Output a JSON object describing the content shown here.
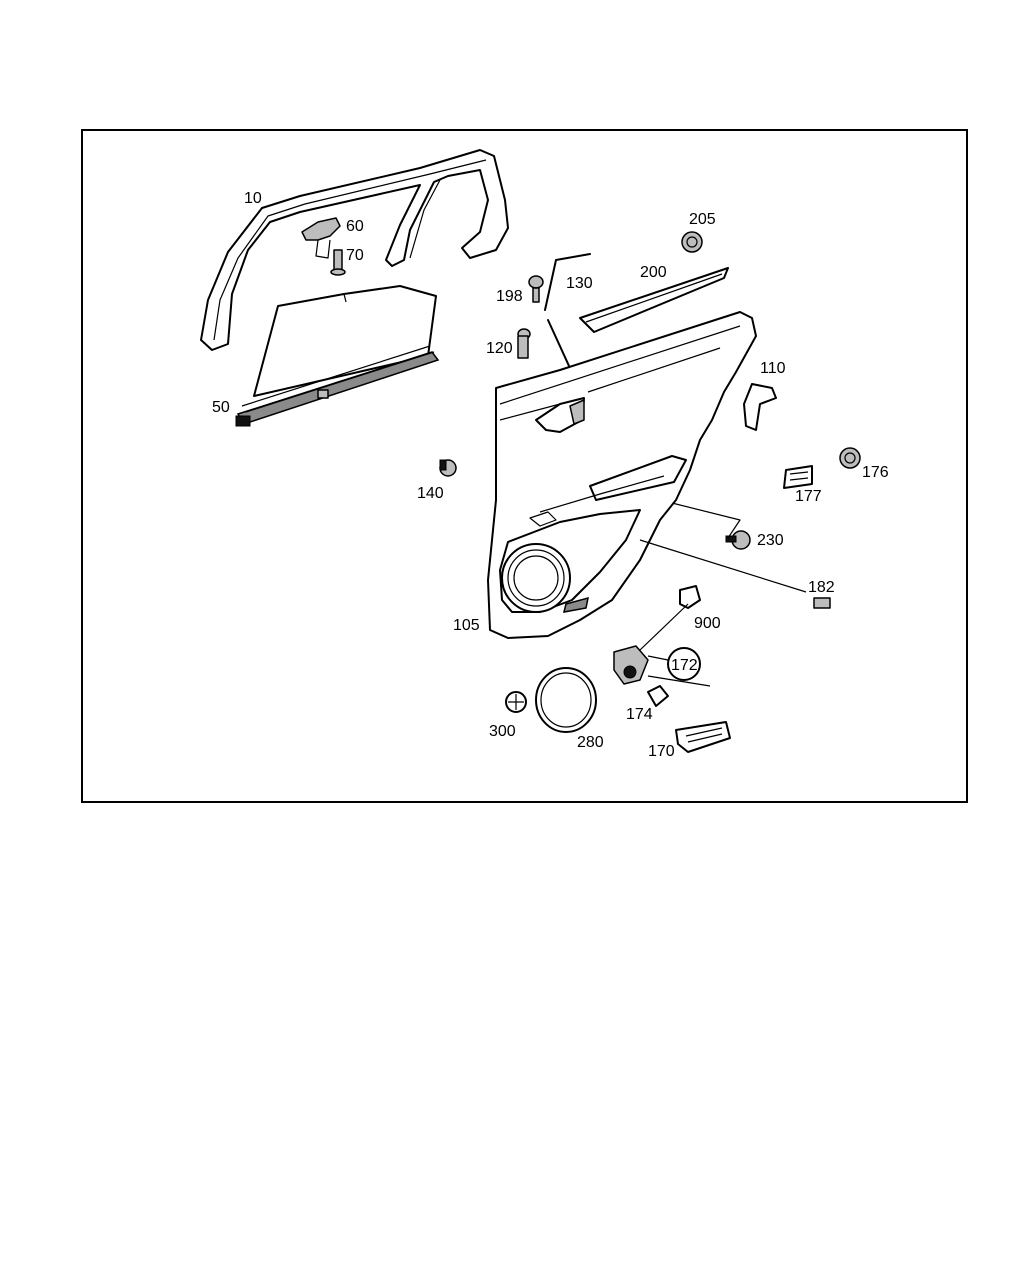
{
  "diagram": {
    "callouts": [
      {
        "id": "10",
        "text": "10"
      },
      {
        "id": "60",
        "text": "60"
      },
      {
        "id": "70",
        "text": "70"
      },
      {
        "id": "50",
        "text": "50"
      },
      {
        "id": "205",
        "text": "205"
      },
      {
        "id": "200",
        "text": "200"
      },
      {
        "id": "198",
        "text": "198"
      },
      {
        "id": "130",
        "text": "130"
      },
      {
        "id": "120",
        "text": "120"
      },
      {
        "id": "110",
        "text": "110"
      },
      {
        "id": "140",
        "text": "140"
      },
      {
        "id": "176",
        "text": "176"
      },
      {
        "id": "177",
        "text": "177"
      },
      {
        "id": "230",
        "text": "230"
      },
      {
        "id": "182",
        "text": "182"
      },
      {
        "id": "105",
        "text": "105"
      },
      {
        "id": "900",
        "text": "900"
      },
      {
        "id": "172",
        "text": "172"
      },
      {
        "id": "174",
        "text": "174"
      },
      {
        "id": "300",
        "text": "300"
      },
      {
        "id": "280",
        "text": "280"
      },
      {
        "id": "170",
        "text": "170"
      }
    ]
  }
}
